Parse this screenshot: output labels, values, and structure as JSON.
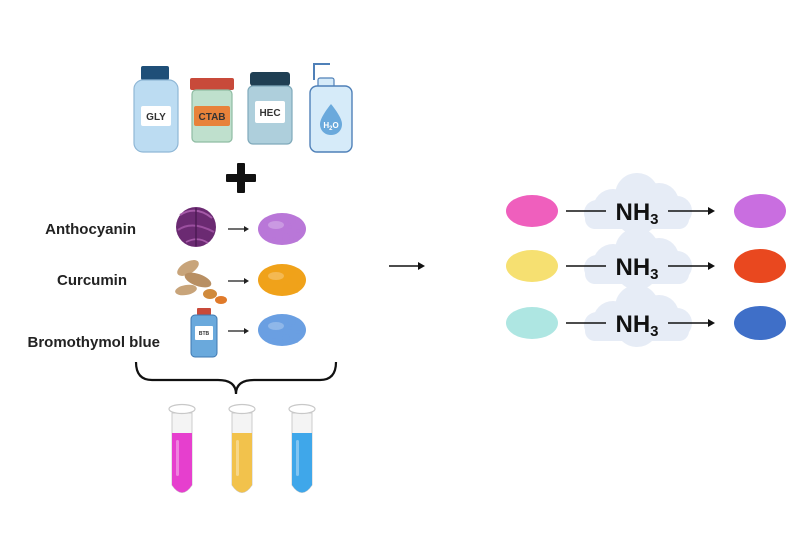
{
  "reagents": [
    {
      "label": "GLY",
      "cap_color": "#1f4f78",
      "body_color": "#bcdcf2"
    },
    {
      "label": "CTAB",
      "cap_color": "#c84a3a",
      "body_color": "#bfe0cd",
      "tag_color": "#e8823a"
    },
    {
      "label": "HEC",
      "cap_color": "#1f3f53",
      "body_color": "#aecfdc"
    },
    {
      "label": "H",
      "sub": "2",
      "tail": "O",
      "body_color": "#d6ebf9",
      "drop_color": "#6aa9dc"
    }
  ],
  "dyes": [
    {
      "name": "Anthocyanin",
      "source_icon": "red-cabbage-icon",
      "powder_color": "#b977d8"
    },
    {
      "name": "Curcumin",
      "source_icon": "turmeric-root-icon",
      "powder_color": "#f0a21a"
    },
    {
      "name": "Bromothymol blue",
      "source_icon": "btb-bottle-icon",
      "source_label": "BTB",
      "powder_color": "#6a9fe2"
    }
  ],
  "tubes": [
    {
      "color": "#e63fce"
    },
    {
      "color": "#f2c24c"
    },
    {
      "color": "#3fa7ea"
    }
  ],
  "reactions": [
    {
      "gas": "NH",
      "gas_sub": "3",
      "before_color": "#ef5fbd",
      "after_color": "#c96ee0"
    },
    {
      "gas": "NH",
      "gas_sub": "3",
      "before_color": "#f6e071",
      "after_color": "#e9481f"
    },
    {
      "gas": "NH",
      "gas_sub": "3",
      "before_color": "#aee6e2",
      "after_color": "#3f6fc8"
    }
  ]
}
